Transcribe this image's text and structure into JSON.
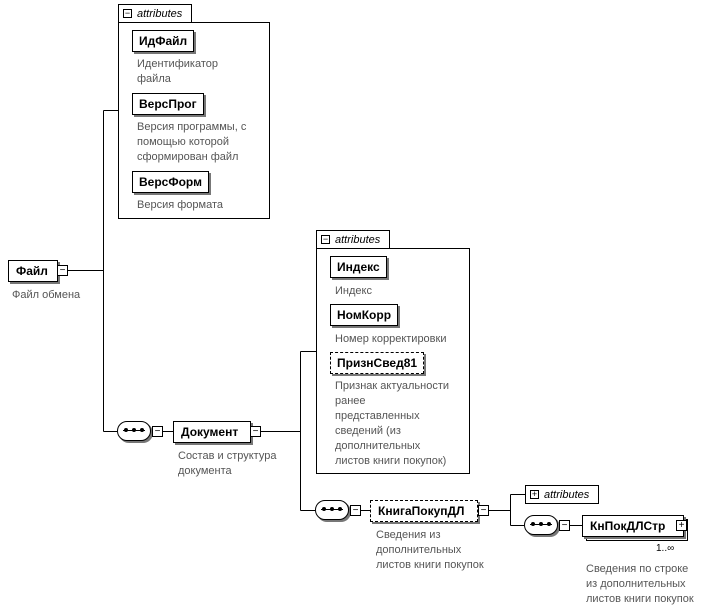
{
  "root": {
    "name": "Файл",
    "desc": "Файл обмена",
    "attributes_label": "attributes",
    "attributes": [
      {
        "name": "ИдФайл",
        "desc": "Идентификатор\nфайла"
      },
      {
        "name": "ВерсПрог",
        "desc": "Версия программы, с\nпомощью которой\nсформирован файл"
      },
      {
        "name": "ВерсФорм",
        "desc": "Версия формата"
      }
    ]
  },
  "document": {
    "name": "Документ",
    "desc": "Состав и структура\nдокумента",
    "attributes_label": "attributes",
    "attributes": [
      {
        "name": "Индекс",
        "desc": "Индекс"
      },
      {
        "name": "НомКорр",
        "desc": "Номер корректировки"
      },
      {
        "name": "ПризнСвед81",
        "desc": "Признак актуальности\nранее\nпредставленных\nсведений (из\nдополнительных\nлистов книги покупок)"
      }
    ]
  },
  "book": {
    "name": "КнигаПокупДЛ",
    "desc": "Сведения из\nдополнительных\nлистов книги покупок",
    "attributes_label": "attributes"
  },
  "row": {
    "name": "КнПокДЛСтр",
    "cardinality": "1..∞",
    "desc": "Сведения по строке\nиз дополнительных\nлистов книги покупок"
  },
  "colors": {
    "line": "#000000",
    "shadow": "#777777",
    "desc_text": "#555555"
  }
}
